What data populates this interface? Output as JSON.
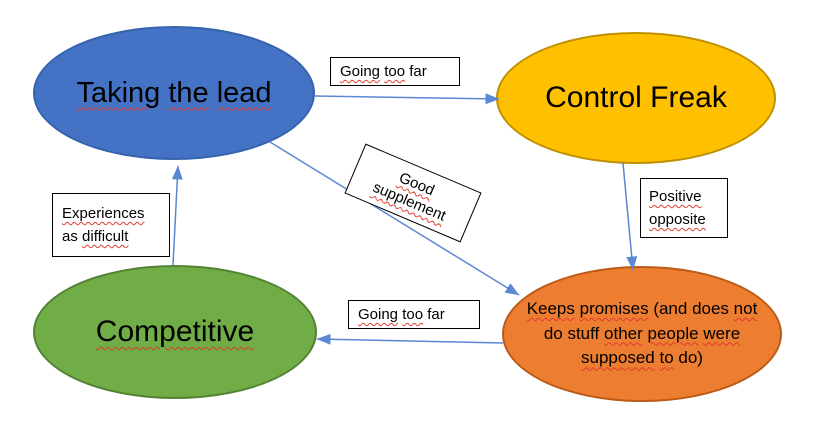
{
  "colors": {
    "arrow": "#5B87D5",
    "squiggle": "#E03C31",
    "label_box_border": "#000000",
    "label_box_fill": "#FFFFFF"
  },
  "nodes": {
    "taking_the_lead": {
      "text": "Taking the lead",
      "fill": "#4472C4",
      "border": "#3563AE",
      "segments": [
        {
          "t": "Taking",
          "sq": true
        },
        {
          "t": " "
        },
        {
          "t": "the",
          "sq": true
        },
        {
          "t": " "
        },
        {
          "t": "lead",
          "sq": true
        }
      ]
    },
    "control_freak": {
      "text": "Control Freak",
      "fill": "#FFC000",
      "border": "#BF9000",
      "segments": [
        {
          "t": "Control Freak"
        }
      ]
    },
    "competitive": {
      "text": "Competitive",
      "fill": "#70AD47",
      "border": "#548235",
      "segments": [
        {
          "t": "Competitive",
          "sq": true
        }
      ]
    },
    "keeps_promises": {
      "text": "Keeps promises (and does not do stuff other people were supposed to do)",
      "fill": "#ED7D31",
      "border": "#BC5B17",
      "segments": [
        {
          "t": "Keeps",
          "sq": true
        },
        {
          "t": " "
        },
        {
          "t": "promises",
          "sq": true
        },
        {
          "t": " (and does "
        },
        {
          "t": "not",
          "sq": true
        },
        {
          "t": "\ndo stuff "
        },
        {
          "t": "other",
          "sq": true
        },
        {
          "t": " "
        },
        {
          "t": "people",
          "sq": true
        },
        {
          "t": " "
        },
        {
          "t": "were",
          "sq": true
        },
        {
          "t": "\n"
        },
        {
          "t": "supposed",
          "sq": true
        },
        {
          "t": " "
        },
        {
          "t": "to",
          "sq": true
        },
        {
          "t": " do)"
        }
      ]
    }
  },
  "labels": {
    "going_too_far_top": {
      "text": "Going too far",
      "segments": [
        {
          "t": "Going",
          "sq": true
        },
        {
          "t": " "
        },
        {
          "t": "too",
          "sq": true
        },
        {
          "t": " far"
        }
      ]
    },
    "good_supplement": {
      "text": "Good supplement",
      "segments": [
        {
          "t": "Good",
          "sq": true
        },
        {
          "t": "\n"
        },
        {
          "t": "supplement",
          "sq": true
        }
      ]
    },
    "experiences_as_difficult": {
      "text": "Experiences as difficult",
      "segments": [
        {
          "t": "Experiences",
          "sq": true
        },
        {
          "t": "\nas "
        },
        {
          "t": "difficult",
          "sq": true
        }
      ]
    },
    "positive_opposite": {
      "text": "Positive opposite",
      "segments": [
        {
          "t": "Positive",
          "sq": true
        },
        {
          "t": "\n"
        },
        {
          "t": "opposite",
          "sq": true
        }
      ]
    },
    "going_too_far_bottom": {
      "text": "Going too far",
      "segments": [
        {
          "t": "Going",
          "sq": true
        },
        {
          "t": " "
        },
        {
          "t": "too",
          "sq": true
        },
        {
          "t": " far"
        }
      ]
    }
  },
  "arrows": [
    {
      "name": "taking-to-control",
      "from": "Taking the lead",
      "to": "Control Freak",
      "label": "Going too far"
    },
    {
      "name": "taking-to-keeps",
      "from": "Taking the lead",
      "to": "Keeps promises (and does not do stuff other people were supposed to do)",
      "label": "Good supplement"
    },
    {
      "name": "control-to-keeps",
      "from": "Control Freak",
      "to": "Keeps promises (and does not do stuff other people were supposed to do)",
      "label": "Positive opposite"
    },
    {
      "name": "keeps-to-competitive",
      "from": "Keeps promises (and does not do stuff other people were supposed to do)",
      "to": "Competitive",
      "label": "Going too far"
    },
    {
      "name": "competitive-to-taking",
      "from": "Competitive",
      "to": "Taking the lead",
      "label": "Experiences as difficult"
    }
  ]
}
